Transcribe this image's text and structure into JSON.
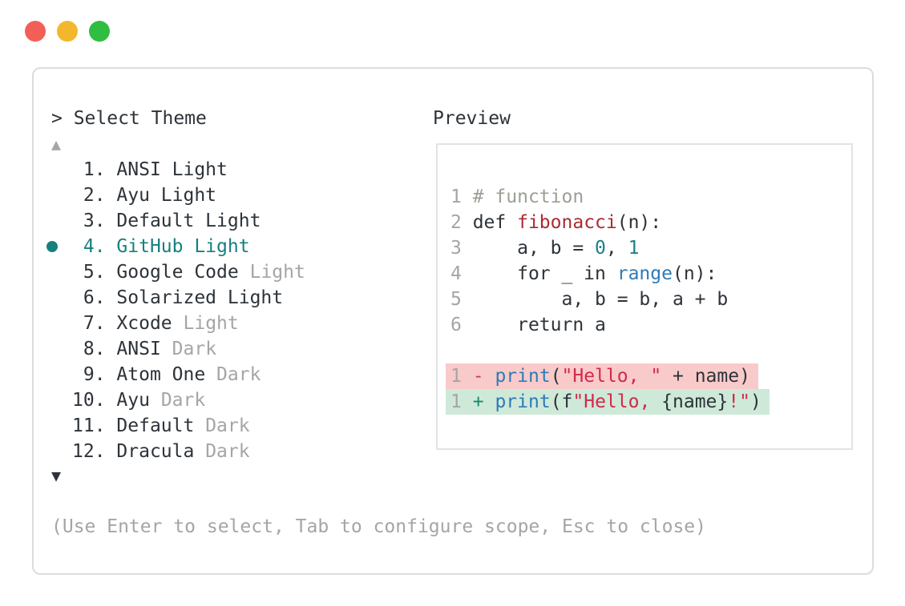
{
  "window_controls": {
    "close_color": "#f15f57",
    "minimize_color": "#f3b72e",
    "zoom_color": "#2fbe41"
  },
  "colors": {
    "window_border": "#dcdcdc",
    "preview_border": "#e3e3e3",
    "text_dark": "#2d3339",
    "text_gray": "#a5a5a5",
    "comment": "#9aa194",
    "selected_teal": "#17807d",
    "function_red": "#aa2b31",
    "string_crimson": "#d2294a",
    "builtin_blue": "#2d7bb6",
    "number_teal": "#1a7f8a",
    "diff_add_fg": "#198a71",
    "diff_del_fg": "#d23b4e",
    "diff_del_bg": "#f9caca",
    "diff_add_bg": "#cfe9d9"
  },
  "theme_picker": {
    "prompt": "> Select Theme",
    "scroll_up": "▲",
    "scroll_down": "▼",
    "selected_item": "GitHub Light",
    "items": [
      {
        "num": " 1.",
        "name": "ANSI Light",
        "suffix": ""
      },
      {
        "num": " 2.",
        "name": "Ayu Light",
        "suffix": ""
      },
      {
        "num": " 3.",
        "name": "Default Light",
        "suffix": ""
      },
      {
        "num": " 4.",
        "name": "GitHub Light",
        "suffix": ""
      },
      {
        "num": " 5.",
        "name": "Google Code",
        "suffix": "Light"
      },
      {
        "num": " 6.",
        "name": "Solarized Light",
        "suffix": ""
      },
      {
        "num": " 7.",
        "name": "Xcode",
        "suffix": "Light"
      },
      {
        "num": " 8.",
        "name": "ANSI",
        "suffix": "Dark"
      },
      {
        "num": " 9.",
        "name": "Atom One",
        "suffix": "Dark"
      },
      {
        "num": "10.",
        "name": "Ayu",
        "suffix": "Dark"
      },
      {
        "num": "11.",
        "name": "Default",
        "suffix": "Dark"
      },
      {
        "num": "12.",
        "name": "Dracula",
        "suffix": "Dark"
      }
    ],
    "help": "(Use Enter to select, Tab to configure scope, Esc to close)"
  },
  "preview": {
    "label": "Preview",
    "code": {
      "l1": {
        "ln": "1",
        "c": " # function"
      },
      "l2": {
        "ln": "2",
        "a": " def ",
        "b": "fibonacci",
        "c": "(n):"
      },
      "l3": {
        "ln": "3",
        "a": "     a, b = ",
        "b": "0",
        "c": ", ",
        "d": "1"
      },
      "l4": {
        "ln": "4",
        "a": "     for _ in ",
        "b": "range",
        "c": "(n):"
      },
      "l5": {
        "ln": "5",
        "a": "         a, b = b, a + b"
      },
      "l6": {
        "ln": "6",
        "a": "     return a"
      },
      "d1": {
        "ln": "1",
        "a": " ",
        "b": "-",
        "c": " ",
        "d": "print",
        "e": "(",
        "f": "\"Hello, \"",
        "g": " + name)"
      },
      "d2": {
        "ln": "1",
        "a": " ",
        "b": "+",
        "c": " ",
        "d": "print",
        "e": "(f",
        "f": "\"Hello, ",
        "g": "{name}",
        "h": "!\"",
        "i": ")"
      }
    }
  }
}
